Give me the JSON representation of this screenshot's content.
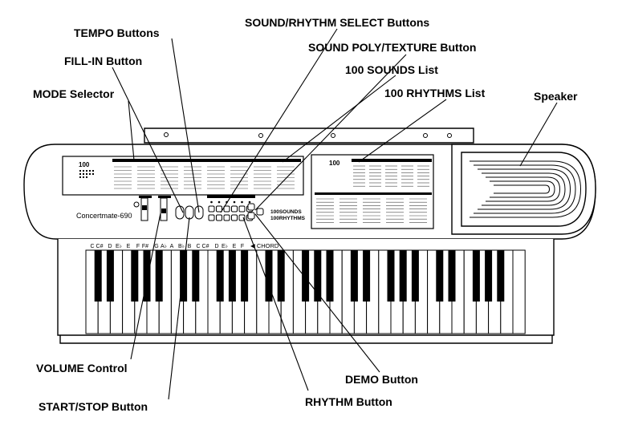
{
  "labels": {
    "sound_rhythm_select": "SOUND/RHYTHM SELECT Buttons",
    "tempo": "TEMPO Buttons",
    "sound_poly_texture": "SOUND POLY/TEXTURE Button",
    "fill_in": "FILL-IN Button",
    "sounds_list": "100 SOUNDS List",
    "rhythms_list": "100 RHYTHMS List",
    "mode_selector": "MODE Selector",
    "speaker": "Speaker",
    "volume_control": "VOLUME Control",
    "demo": "DEMO Button",
    "start_stop": "START/STOP Button",
    "rhythm": "RHYTHM Button"
  },
  "keyboard": {
    "model": "Concertmate-690",
    "badge_number": "100",
    "logo_sounds": "100SOUNDS",
    "logo_rhythms": "100RHYTHMS",
    "note_labels": [
      "C",
      "C#",
      "D",
      "E♭",
      "E",
      "F",
      "F#",
      "G",
      "A♭",
      "A",
      "B♭",
      "B",
      "C",
      "C#",
      "D",
      "E♭",
      "E",
      "F"
    ],
    "chord_label": "◀ CHORD"
  }
}
